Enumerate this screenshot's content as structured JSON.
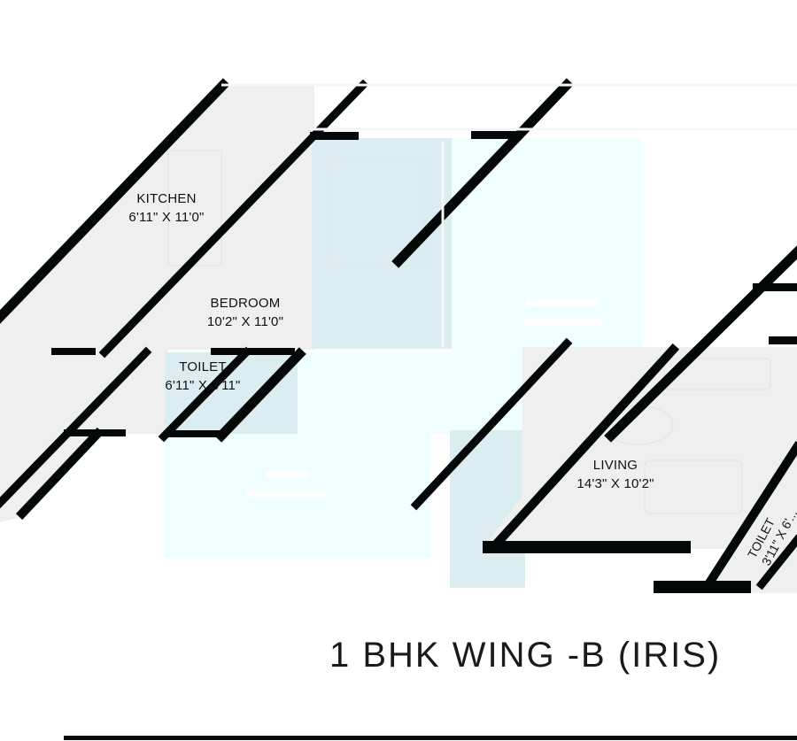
{
  "plan": {
    "title": "1 BHK WING -B (IRIS)",
    "colors": {
      "wall": "#050808",
      "room_gray": "#efefef",
      "room_cyan": "#effefe",
      "room_cyan_dark": "#dcedf1",
      "background": "#ffffff"
    },
    "rooms": [
      {
        "name": "KITCHEN",
        "dimensions": "6'11\" X 11'0\""
      },
      {
        "name": "BEDROOM",
        "dimensions": "10'2\" X 11'0\""
      },
      {
        "name": "TOILET",
        "dimensions": "6'11\" X 3'11\""
      },
      {
        "name": "LIVING",
        "dimensions": "14'3\" X 10'2\""
      },
      {
        "name": "TOILET",
        "dimensions": "3'11\" X 6'..."
      }
    ]
  }
}
